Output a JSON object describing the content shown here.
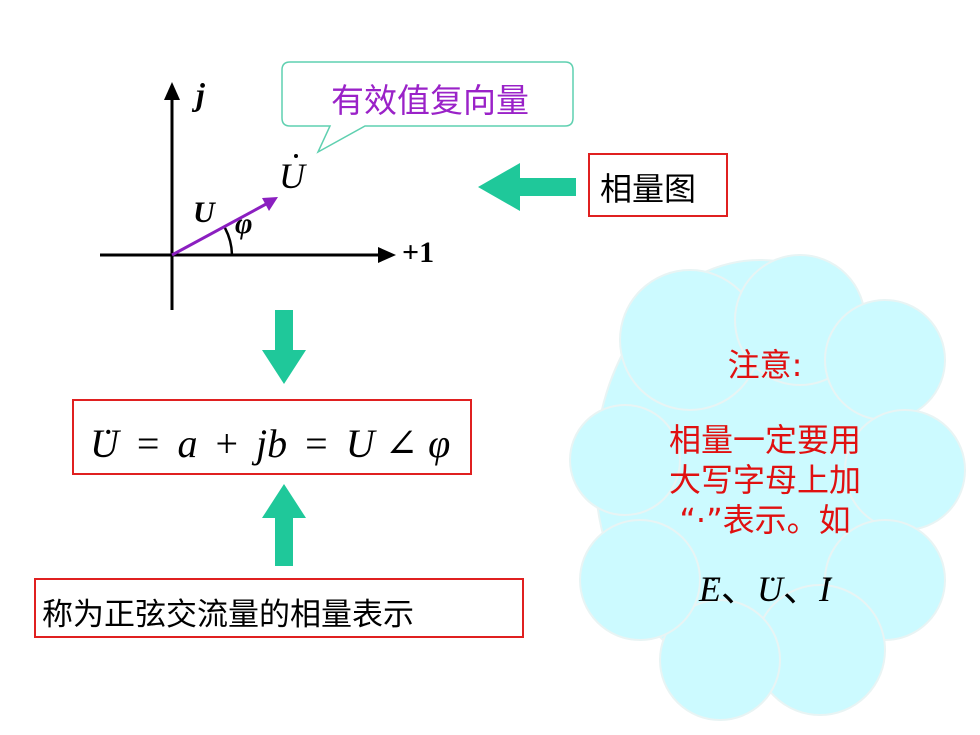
{
  "callout": {
    "text": "有效值复向量"
  },
  "diagram": {
    "axis_imag": "j",
    "axis_real": "+1",
    "phasor_symbol": "U",
    "magnitude_symbol": "U",
    "angle_symbol": "φ",
    "phasor_color": "#8b1fc0",
    "arrow_color": "#1fc89a",
    "box_color": "#e02020"
  },
  "label_phasor_diagram": "相量图",
  "formula": {
    "lhs": "U",
    "eq1": "=",
    "a": "a",
    "plus": "+",
    "jb": "jb",
    "eq2": "=",
    "mag": "U",
    "angle": "∠",
    "phi": "φ"
  },
  "caption": "称为正弦交流量的相量表示",
  "note": {
    "title": "注意:",
    "line1": "相量一定要用",
    "line2": "大写字母上加",
    "line3": "“·”表示。如",
    "examples": [
      "E",
      "、",
      "U",
      "、",
      "I"
    ],
    "cloud_color": "#ccfaff"
  }
}
